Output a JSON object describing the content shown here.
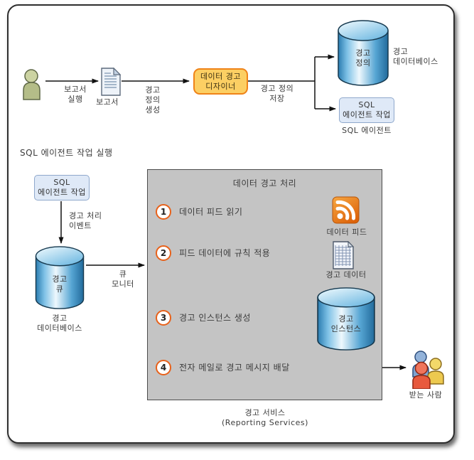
{
  "top_flow": {
    "actor_label": "보고서\n실행",
    "report_label": "보고서",
    "create_definition_label": "경고\n정의\n생성",
    "designer_box_label": "데이터 경고\n디자이너",
    "save_definition_label": "경고 정의\n저장",
    "definition_cylinder_label": "경고\n정의",
    "alert_database_label": "경고\n데이터베이스",
    "sql_agent_job_box_label": "SQL\n에이전트 작업",
    "sql_agent_label": "SQL 에이전트"
  },
  "middle_flow": {
    "heading": "SQL 에이전트 작업 실행",
    "sql_agent_job_box_label": "SQL\n에이전트 작업",
    "alert_processing_event_label": "경고 처리\n이벤트",
    "queue_cylinder_label": "경고\n큐",
    "alert_database_label": "경고\n데이터베이스",
    "queue_monitor_label": "큐\n모니터"
  },
  "panel": {
    "title": "데이터 경고 처리",
    "steps": [
      {
        "num": "1",
        "text": "데이터 피드 읽기"
      },
      {
        "num": "2",
        "text": "피드 데이터에 규칙 적용"
      },
      {
        "num": "3",
        "text": "경고 인스턴스 생성"
      },
      {
        "num": "4",
        "text": "전자 메일로 경고 메시지 배달"
      }
    ],
    "data_feed_label": "데이터 피드",
    "alert_data_label": "경고 데이터",
    "instance_cylinder_label": "경고\n인스턴스",
    "caption": "경고 서비스\n(Reporting Services)"
  },
  "recipients_label": "받는 사람",
  "colors": {
    "designer_fill": "#fccf63",
    "designer_border": "#ef8318",
    "sql_box_fill": "#dfe9f7",
    "sql_box_border": "#8fa8cc",
    "panel_fill": "#c4c4c4",
    "step_circle_border": "#e8611a",
    "cylinder_blue": "#2a7cb0",
    "rss_orange": "#e8750f",
    "arrow_black": "#111111"
  }
}
